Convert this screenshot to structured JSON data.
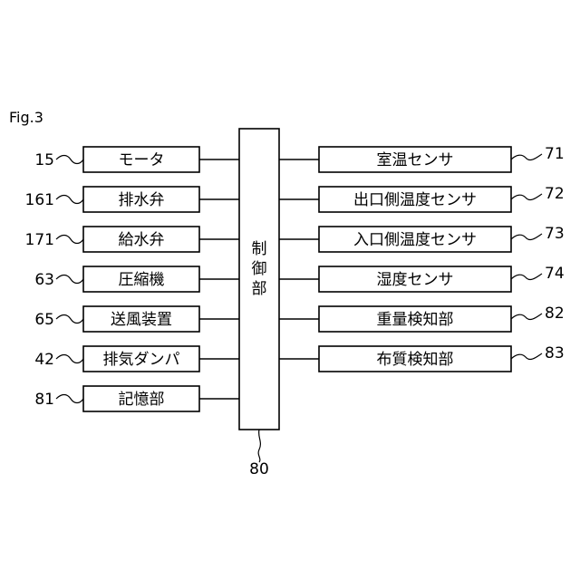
{
  "figure_label": "Fig.3",
  "controller": {
    "label": "制御部",
    "ref": "80"
  },
  "left_blocks": [
    {
      "label": "モータ",
      "ref": "15"
    },
    {
      "label": "排水弁",
      "ref": "161"
    },
    {
      "label": "給水弁",
      "ref": "171"
    },
    {
      "label": "圧縮機",
      "ref": "63"
    },
    {
      "label": "送風装置",
      "ref": "65"
    },
    {
      "label": "排気ダンパ",
      "ref": "42"
    },
    {
      "label": "記憶部",
      "ref": "81"
    }
  ],
  "right_blocks": [
    {
      "label": "室温センサ",
      "ref": "71"
    },
    {
      "label": "出口側温度センサ",
      "ref": "72"
    },
    {
      "label": "入口側温度センサ",
      "ref": "73"
    },
    {
      "label": "湿度センサ",
      "ref": "74"
    },
    {
      "label": "重量検知部",
      "ref": "82"
    },
    {
      "label": "布質検知部",
      "ref": "83"
    }
  ]
}
